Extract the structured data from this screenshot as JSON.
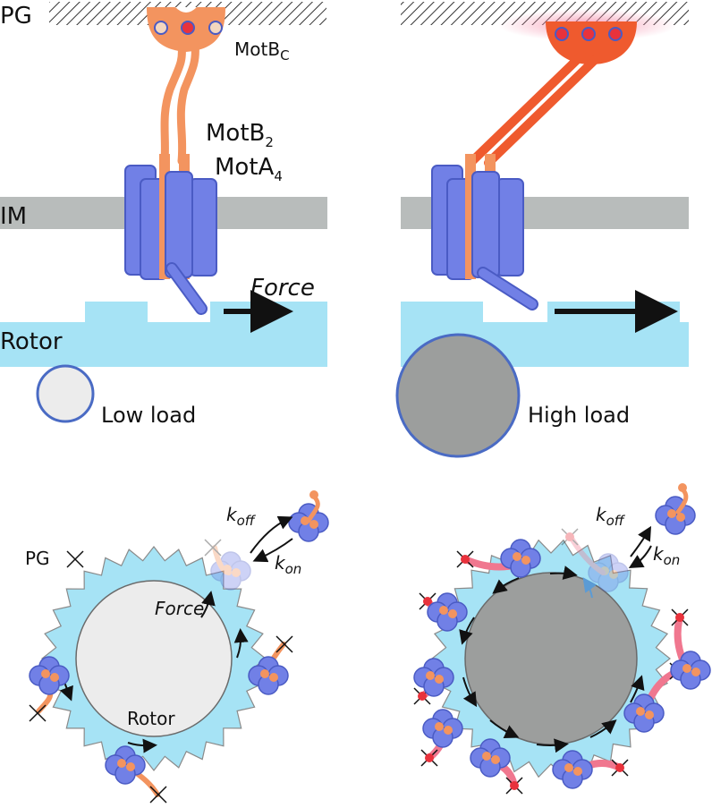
{
  "colors": {
    "rotor": "#a6e3f5",
    "membrane": "#b8bcbb",
    "mota": "#7180e6",
    "mota_outline": "#4a5bc4",
    "motb_low": "#f3945f",
    "motb_high": "#ef5a2e",
    "pg_node": "#e8323c",
    "load_low": "#ececec",
    "load_high": "#9c9e9d",
    "load_outline": "#4a6bc4",
    "tether": "#f0778f"
  },
  "top": {
    "pg_label": "PG",
    "im_label": "IM",
    "rotor_label": "Rotor",
    "motbc_label": "MotB",
    "motbc_sub": "C",
    "motb2_label": "MotB",
    "motb2_sub": "2",
    "mota4_label": "MotA",
    "mota4_sub": "4",
    "force_label": "Force",
    "low_load_label": "Low load",
    "high_load_label": "High load"
  },
  "bottom": {
    "pg_label": "PG",
    "force_label": "Force",
    "rotor_label": "Rotor",
    "left": {
      "koff_k": "k",
      "koff_sub": "off",
      "kon_k": "k",
      "kon_sub": "on"
    },
    "right": {
      "koff_k": "k",
      "koff_sub": "off",
      "kon_k": "k",
      "kon_sub": "on"
    }
  }
}
